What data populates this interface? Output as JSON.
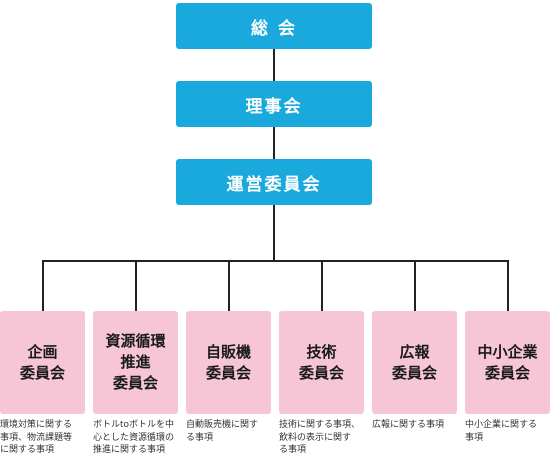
{
  "top": {
    "general_assembly": "総 会",
    "board": "理事会",
    "steering": "運営委員会"
  },
  "committees": [
    {
      "name": "企画\n委員会",
      "desc": "環境対策に関する\n事項、物流課題等\nに関する事項"
    },
    {
      "name": "資源循環\n推進\n委員会",
      "desc": "ボトルtoボトルを中\n心とした資源循環の\n推進に関する事項"
    },
    {
      "name": "自販機\n委員会",
      "desc": "自動販売機に関す\nる事項"
    },
    {
      "name": "技術\n委員会",
      "desc": "技術に関する事項、\n飲料の表示に関す\nる事項"
    },
    {
      "name": "広報\n委員会",
      "desc": "広報に関する事項"
    },
    {
      "name": "中小企業\n委員会",
      "desc": "中小企業に関する\n事項"
    }
  ],
  "colors": {
    "top_box": "#1aa9dc",
    "committee_box": "#f6c6d6",
    "line": "#222222"
  }
}
